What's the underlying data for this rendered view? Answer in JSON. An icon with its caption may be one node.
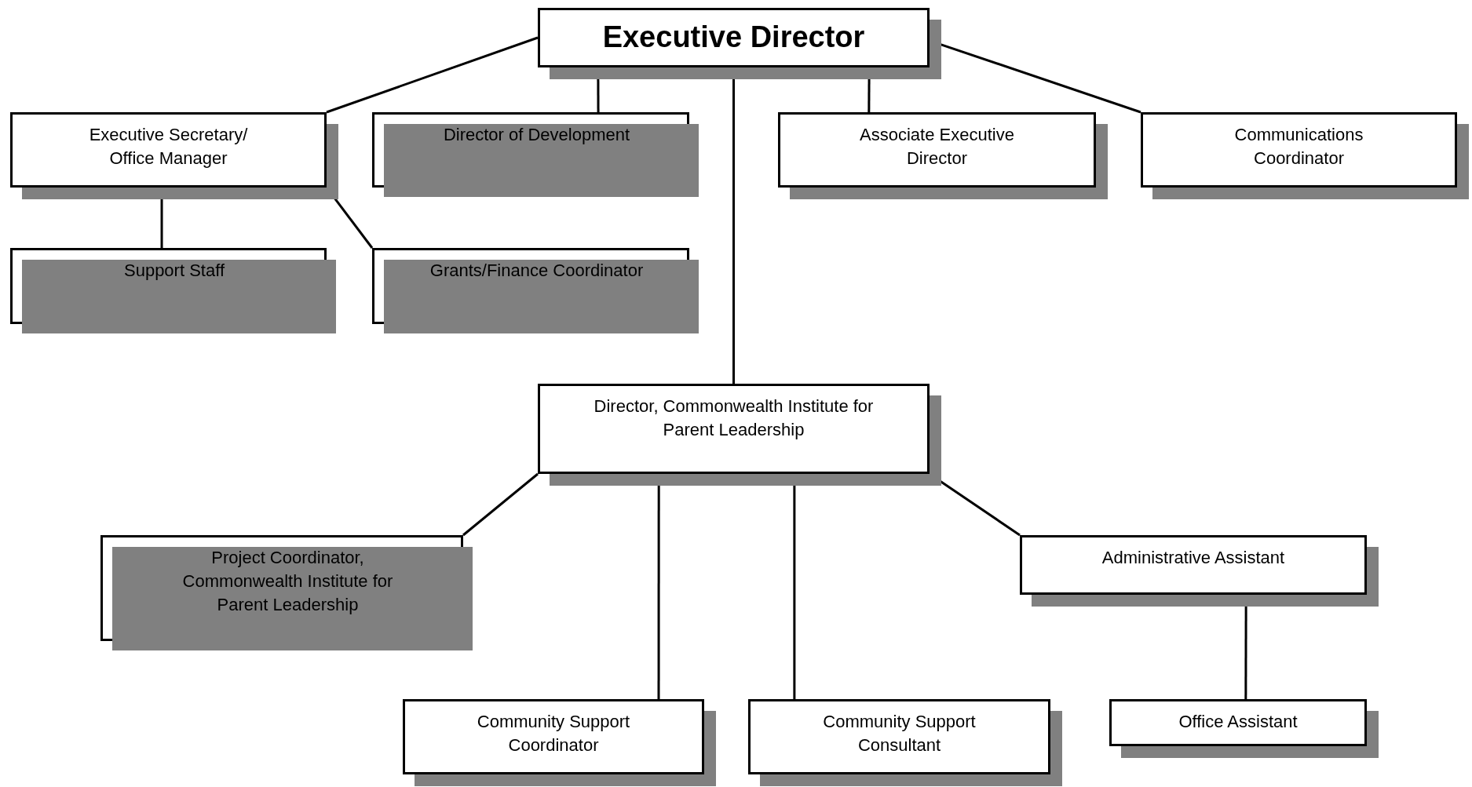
{
  "diagram": {
    "nodes": [
      {
        "text": [
          "Executive Director"
        ]
      },
      {
        "text": [
          "Executive Secretary/ Office Manager"
        ]
      },
      {
        "text": [
          "Director of Development"
        ]
      },
      {
        "text": [
          "Associate Executive Director"
        ]
      },
      {
        "text": [
          "Communications Coordinator"
        ]
      },
      {
        "text": [
          "Support Staff"
        ]
      },
      {
        "text": [
          "Grants/Finance Coordinator"
        ]
      },
      {
        "text": [
          "Director, Commonwealth Institute for Parent Leadership"
        ]
      },
      {
        "text": [
          "Project Coordinator, Commonwealth Institute for Parent Leadership"
        ]
      },
      {
        "text": [
          "Administrative Assistant"
        ]
      },
      {
        "text": [
          "Community Support Coordinator"
        ]
      },
      {
        "text": [
          "Community Support Consultant"
        ]
      },
      {
        "text": [
          "Office Assistant"
        ]
      }
    ],
    "edges": [
      {
        "from": 0,
        "to": 1,
        "arrow": "none"
      },
      {
        "from": 0,
        "to": 2,
        "arrow": "none"
      },
      {
        "from": 0,
        "to": 7,
        "arrow": "none"
      },
      {
        "from": 0,
        "to": 3,
        "arrow": "none"
      },
      {
        "from": 0,
        "to": 4,
        "arrow": "none"
      },
      {
        "from": 1,
        "to": 5,
        "arrow": "none"
      },
      {
        "from": 1,
        "to": 6,
        "arrow": "none"
      },
      {
        "from": 7,
        "to": 8,
        "arrow": "none"
      },
      {
        "from": 7,
        "to": 10,
        "arrow": "none"
      },
      {
        "from": 7,
        "to": 11,
        "arrow": "none"
      },
      {
        "from": 7,
        "to": 9,
        "arrow": "none"
      },
      {
        "from": 9,
        "to": 12,
        "arrow": "none"
      }
    ]
  }
}
